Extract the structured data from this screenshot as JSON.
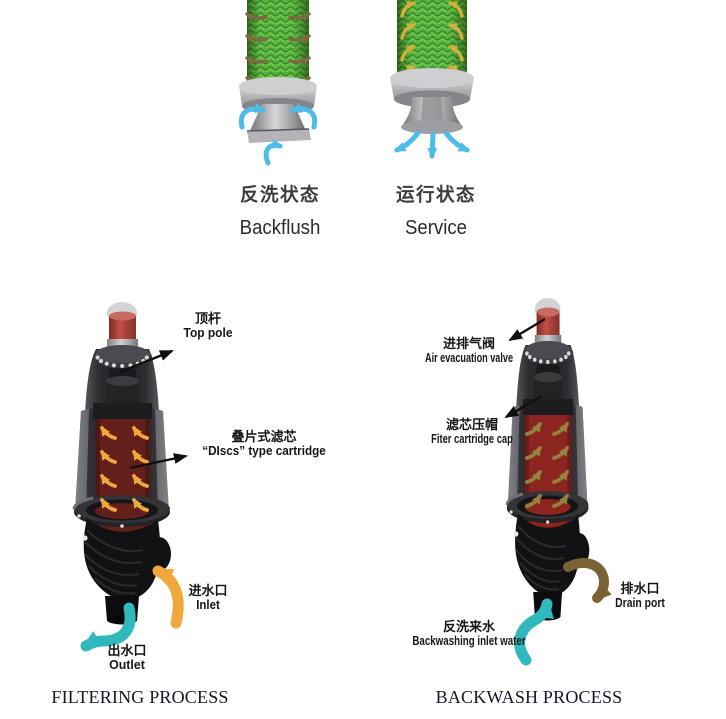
{
  "top_section": {
    "backflush": {
      "cn": "反洗状态",
      "en": "Backflush"
    },
    "service": {
      "cn": "运行状态",
      "en": "Service"
    }
  },
  "filtering": {
    "caption": "FILTERING PROCESS",
    "top_pole": {
      "cn": "顶杆",
      "en": "Top pole"
    },
    "cartridge": {
      "cn": "叠片式滤芯",
      "en": "“DIscs” type cartridge"
    },
    "inlet": {
      "cn": "进水口",
      "en": "Inlet"
    },
    "outlet": {
      "cn": "出水口",
      "en": "Outlet"
    }
  },
  "backwash": {
    "caption": "BACKWASH PROCESS",
    "air_valve": {
      "cn": "进排气阀",
      "en": "Air evacuation valve"
    },
    "cartridge_cap": {
      "cn": "滤芯压帽",
      "en": "Fiter cartridge cap"
    },
    "drain": {
      "cn": "排水口",
      "en": "Drain port"
    },
    "backwash_inlet": {
      "cn": "反洗来水",
      "en": "Backwashing inlet water"
    }
  },
  "colors": {
    "mesh_green": "#54ad38",
    "backflush_arrow_brown": "#7d6a45",
    "service_arrow_yellow": "#d2b13a",
    "water_blue": "#4cbce9",
    "inlet_orange": "#f0a73c",
    "outlet_teal": "#2fb9bd",
    "drain_brown": "#7a6234",
    "filter_arrow_orange": "#efa63d",
    "backwash_arrow_khaki": "#97803c",
    "cap_red": "#b8453e",
    "cartridge_dark_red": "#63201a",
    "cartridge_red": "#8c2420",
    "housing_grey": "#2b2b2e",
    "base_black": "#121214"
  }
}
